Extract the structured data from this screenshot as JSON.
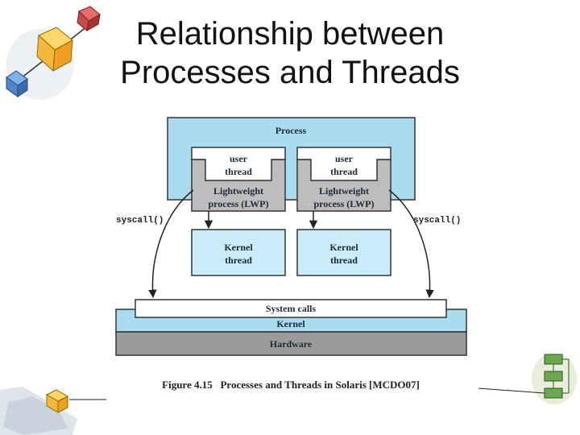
{
  "slide": {
    "title_line1": "Relationship between",
    "title_line2": "Processes and Threads"
  },
  "diagram": {
    "process_label": "Process",
    "user_thread_1": [
      "user",
      "thread"
    ],
    "user_thread_2": [
      "user",
      "thread"
    ],
    "lwp_1": [
      "Lightweight",
      "process (LWP)"
    ],
    "lwp_2": [
      "Lightweight",
      "process (LWP)"
    ],
    "kernel_thread_1": [
      "Kernel",
      "thread"
    ],
    "kernel_thread_2": [
      "Kernel",
      "thread"
    ],
    "syscall_left": "syscall()",
    "syscall_right": "syscall()",
    "system_calls_label": "System calls",
    "kernel_label": "Kernel",
    "hardware_label": "Hardware",
    "figure_caption": "Figure 4.15   Processes and Threads in Solaris [MCDO07]"
  },
  "colors": {
    "light_blue": "#c9ecf8",
    "sky_blue": "#a9dcef",
    "gray": "#bdbdbd",
    "hardware_gray": "#9b9b9b"
  }
}
